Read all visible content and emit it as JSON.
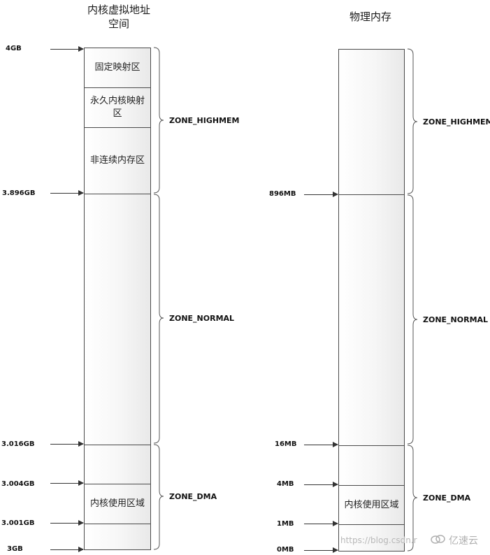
{
  "left": {
    "title": "内核虚拟地址空间",
    "segments": [
      "固定映射区",
      "永久内核映射区",
      "非连续内存区",
      "",
      "",
      "内核使用区域",
      ""
    ],
    "addresses": [
      "4GB",
      "3.896GB",
      "3.016GB",
      "3.004GB",
      "3.001GB",
      "3GB"
    ],
    "zones": [
      "ZONE_HIGHMEM",
      "ZONE_NORMAL",
      "ZONE_DMA"
    ]
  },
  "right": {
    "title": "物理内存",
    "segments": [
      "",
      "",
      "",
      "内核使用区域",
      ""
    ],
    "addresses": [
      "896MB",
      "16MB",
      "4MB",
      "1MB",
      "0MB"
    ],
    "zones": [
      "ZONE_HIGHMEM",
      "ZONE_NORMAL",
      "ZONE_DMA"
    ]
  },
  "watermark": {
    "url": "https://blog.csdn.r",
    "brand": "亿速云"
  }
}
